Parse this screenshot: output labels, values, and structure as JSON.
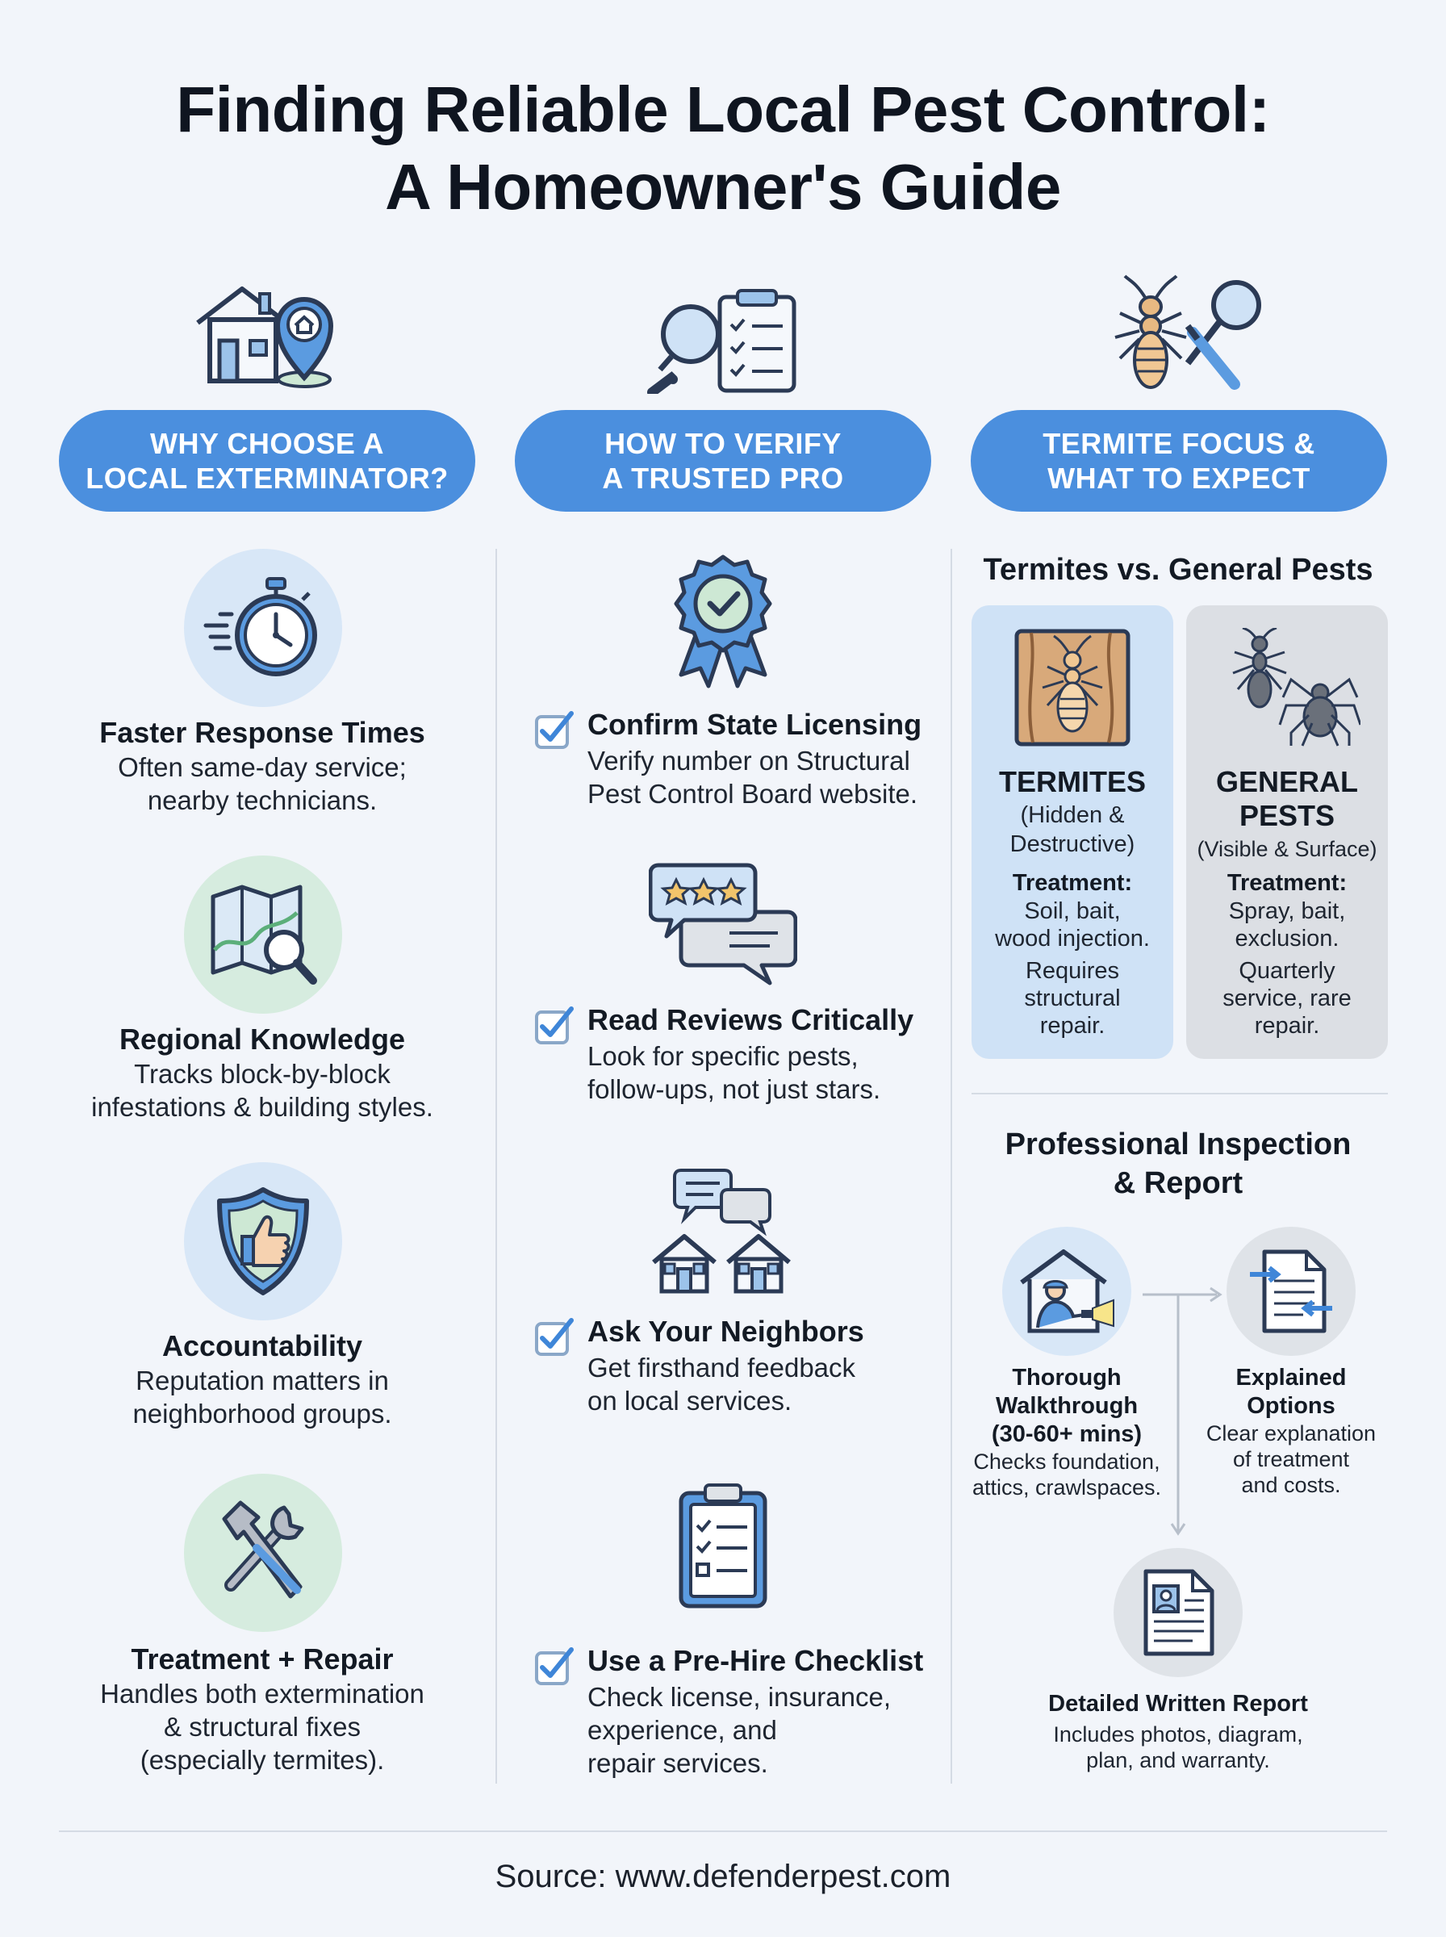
{
  "title": {
    "line1": "Finding Reliable Local Pest Control:",
    "line2": "A Homeowner's Guide"
  },
  "columns": [
    {
      "heading_line1": "WHY CHOOSE A",
      "heading_line2": "LOCAL EXTERMINATOR?",
      "icon": "house-location-pin-icon"
    },
    {
      "heading_line1": "HOW TO VERIFY",
      "heading_line2": "A TRUSTED PRO",
      "icon": "magnifier-clipboard-icon"
    },
    {
      "heading_line1": "TERMITE FOCUS &",
      "heading_line2": "WHAT TO EXPECT",
      "icon": "termite-tools-icon"
    }
  ],
  "why_local": [
    {
      "title": "Faster Response Times",
      "desc1": "Often same-day service;",
      "desc2": "nearby technicians.",
      "icon": "stopwatch-icon"
    },
    {
      "title": "Regional Knowledge",
      "desc1": "Tracks block-by-block",
      "desc2": "infestations & building styles.",
      "icon": "map-magnifier-icon"
    },
    {
      "title": "Accountability",
      "desc1": "Reputation matters in",
      "desc2": "neighborhood groups.",
      "icon": "shield-thumbs-up-icon"
    },
    {
      "title": "Treatment + Repair",
      "desc1": "Handles both extermination",
      "desc2": "& structural fixes",
      "desc3": "(especially termites).",
      "icon": "hammer-wrench-icon"
    }
  ],
  "verify": [
    {
      "title": "Confirm State Licensing",
      "desc1": "Verify number on Structural",
      "desc2": "Pest Control Board website.",
      "icon": "award-badge-icon"
    },
    {
      "title": "Read Reviews Critically",
      "desc1": "Look for specific pests,",
      "desc2": "follow-ups, not just stars.",
      "icon": "review-bubbles-icon"
    },
    {
      "title": "Ask Your Neighbors",
      "desc1": "Get firsthand feedback",
      "desc2": "on local services.",
      "icon": "neighbor-houses-icon"
    },
    {
      "title": "Use a Pre-Hire Checklist",
      "desc1": "Check license, insurance,",
      "desc2": "experience, and",
      "desc3": "repair services.",
      "icon": "checklist-icon"
    }
  ],
  "comparison": {
    "heading": "Termites vs. General Pests",
    "termites": {
      "name": "TERMITES",
      "sub1": "(Hidden &",
      "sub2": "Destructive)",
      "treat_label": "Treatment:",
      "t1": "Soil, bait,",
      "t2": "wood injection.",
      "t3": "Requires",
      "t4": "structural",
      "t5": "repair."
    },
    "general": {
      "name1": "GENERAL",
      "name2": "PESTS",
      "sub": "(Visible & Surface)",
      "treat_label": "Treatment:",
      "t1": "Spray, bait,",
      "t2": "exclusion.",
      "t3": "Quarterly",
      "t4": "service, rare",
      "t5": "repair."
    }
  },
  "inspection": {
    "heading1": "Professional Inspection",
    "heading2": "& Report",
    "steps": [
      {
        "h1": "Thorough",
        "h2": "Walkthrough",
        "h3": "(30-60+ mins)",
        "d1": "Checks foundation,",
        "d2": "attics, crawlspaces."
      },
      {
        "h1": "Explained",
        "h2": "Options",
        "d1": "Clear explanation",
        "d2": "of treatment",
        "d3": "and costs."
      },
      {
        "h1": "Detailed Written Report",
        "d1": "Includes photos, diagram,",
        "d2": "plan, and warranty."
      }
    ]
  },
  "footer": {
    "source": "Source: www.defenderpest.com"
  },
  "colors": {
    "accent": "#4b8fde",
    "background": "#f2f5fa",
    "termite_card": "#cfe2f6",
    "general_card": "#dcdfe4"
  }
}
